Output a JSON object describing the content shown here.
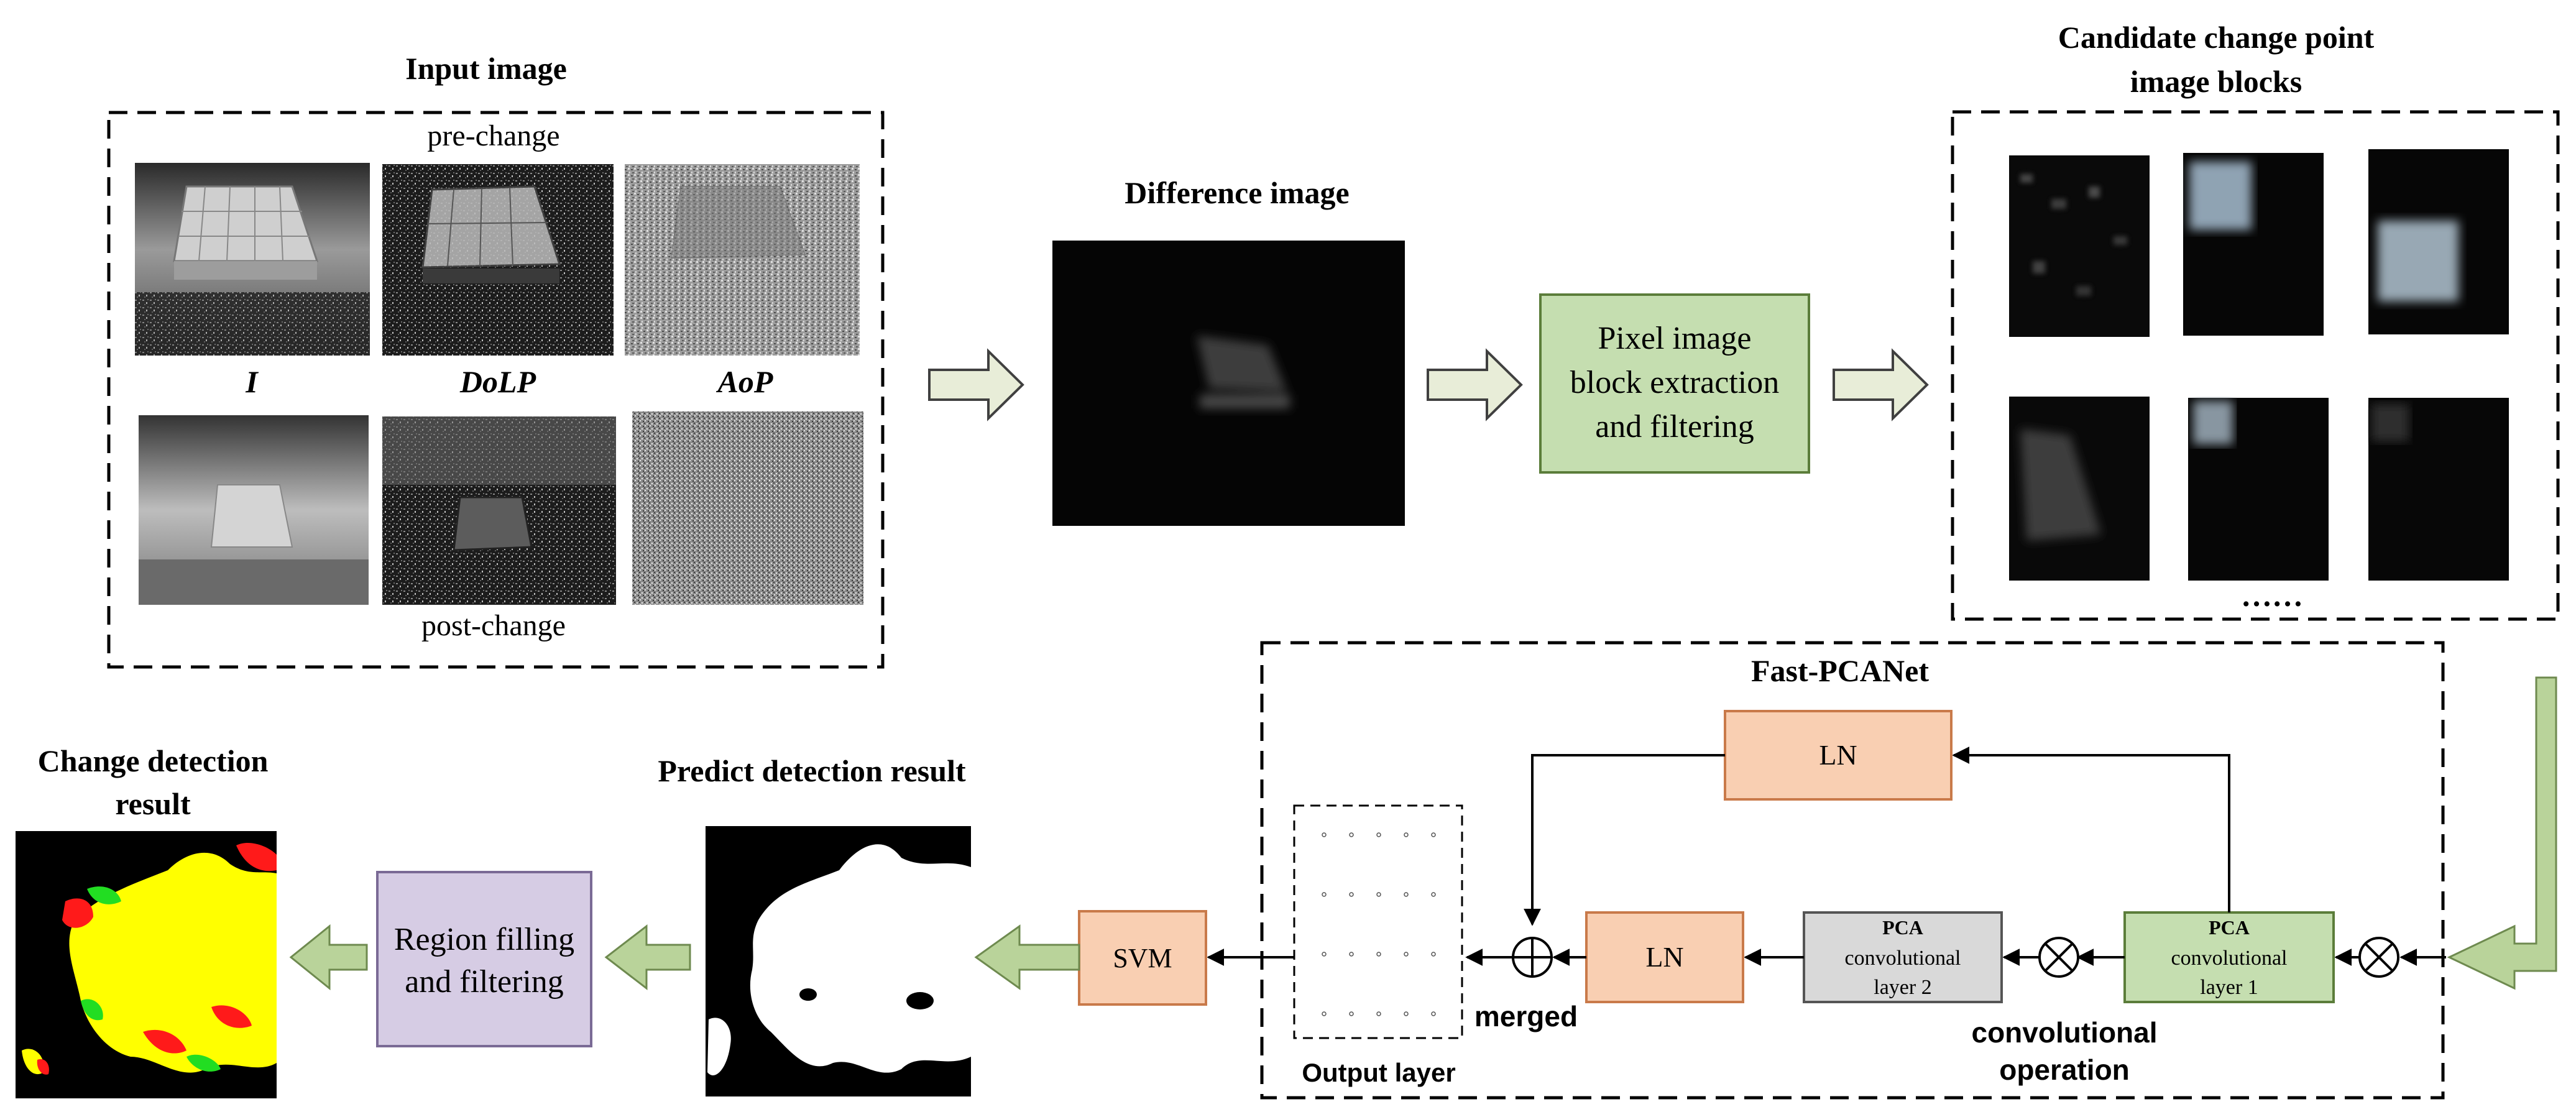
{
  "colors": {
    "green_box": "#c5deb0",
    "orange_box": "#f9cfb2",
    "gray_box": "#d9d9d9",
    "purple_box": "#d6cce4",
    "result_yellow": "#ffff00",
    "result_green": "#22dd22",
    "result_red": "#ff1a1a"
  },
  "input": {
    "title": "Input image",
    "pre_label": "pre-change",
    "post_label": "post-change",
    "channels": [
      "I",
      "DoLP",
      "AoP"
    ]
  },
  "difference": {
    "title": "Difference image"
  },
  "extraction": {
    "lines": [
      "Pixel image",
      "block extraction",
      "and filtering"
    ]
  },
  "candidates": {
    "title_lines": [
      "Candidate change point",
      "image blocks"
    ],
    "ellipsis": "……"
  },
  "fastpcanet": {
    "title": "Fast-PCANet",
    "ln_top": "LN",
    "ln_bottom": "LN",
    "pca2_lines": [
      "PCA",
      "convolutional",
      "layer 2"
    ],
    "pca1_lines": [
      "PCA",
      "convolutional",
      "layer 1"
    ],
    "merged_label": "merged",
    "conv_op_lines": [
      "convolutional",
      "operation"
    ],
    "output_layer_label": "Output layer"
  },
  "svm": {
    "label": "SVM"
  },
  "predict": {
    "title": "Predict detection result"
  },
  "region": {
    "lines": [
      "Region filling",
      "and filtering"
    ]
  },
  "change_result": {
    "title_lines": [
      "Change detection",
      "result"
    ]
  }
}
